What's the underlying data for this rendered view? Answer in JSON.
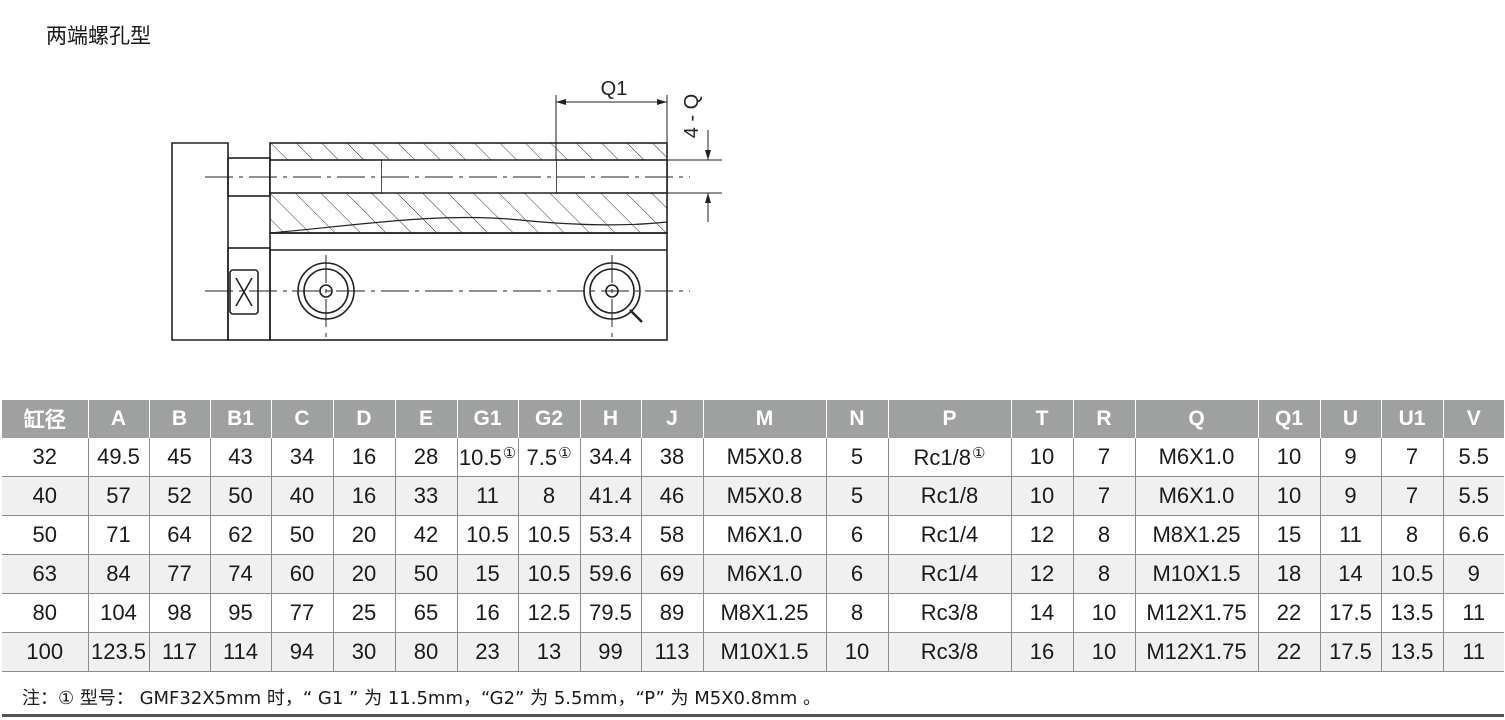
{
  "title": "两端螺孔型",
  "drawing": {
    "q1_label": "Q1",
    "q_label": "4 - Q"
  },
  "table": {
    "headers": [
      "缸径",
      "A",
      "B",
      "B1",
      "C",
      "D",
      "E",
      "G1",
      "G2",
      "H",
      "J",
      "M",
      "N",
      "P",
      "T",
      "R",
      "Q",
      "Q1",
      "U",
      "U1",
      "V"
    ],
    "rows": [
      [
        "32",
        "49.5",
        "45",
        "43",
        "34",
        "16",
        "28",
        "10.5",
        "7.5",
        "34.4",
        "38",
        "M5X0.8",
        "5",
        "Rc1/8",
        "10",
        "7",
        "M6X1.0",
        "10",
        "9",
        "7",
        "5.5"
      ],
      [
        "40",
        "57",
        "52",
        "50",
        "40",
        "16",
        "33",
        "11",
        "8",
        "41.4",
        "46",
        "M5X0.8",
        "5",
        "Rc1/8",
        "10",
        "7",
        "M6X1.0",
        "10",
        "9",
        "7",
        "5.5"
      ],
      [
        "50",
        "71",
        "64",
        "62",
        "50",
        "20",
        "42",
        "10.5",
        "10.5",
        "53.4",
        "58",
        "M6X1.0",
        "6",
        "Rc1/4",
        "12",
        "8",
        "M8X1.25",
        "15",
        "11",
        "8",
        "6.6"
      ],
      [
        "63",
        "84",
        "77",
        "74",
        "60",
        "20",
        "50",
        "15",
        "10.5",
        "59.6",
        "69",
        "M6X1.0",
        "6",
        "Rc1/4",
        "12",
        "8",
        "M10X1.5",
        "18",
        "14",
        "10.5",
        "9"
      ],
      [
        "80",
        "104",
        "98",
        "95",
        "77",
        "25",
        "65",
        "16",
        "12.5",
        "79.5",
        "89",
        "M8X1.25",
        "8",
        "Rc3/8",
        "14",
        "10",
        "M12X1.75",
        "22",
        "17.5",
        "13.5",
        "11"
      ],
      [
        "100",
        "123.5",
        "117",
        "114",
        "94",
        "30",
        "80",
        "23",
        "13",
        "99",
        "113",
        "M10X1.5",
        "10",
        "Rc3/8",
        "16",
        "10",
        "M12X1.75",
        "22",
        "17.5",
        "13.5",
        "11"
      ]
    ],
    "footnote_mark": "①"
  },
  "note": "注：① 型号： GMF32X5mm 时，“ G1 ” 为 11.5mm，“G2” 为 5.5mm，“P” 为 M5X0.8mm 。"
}
